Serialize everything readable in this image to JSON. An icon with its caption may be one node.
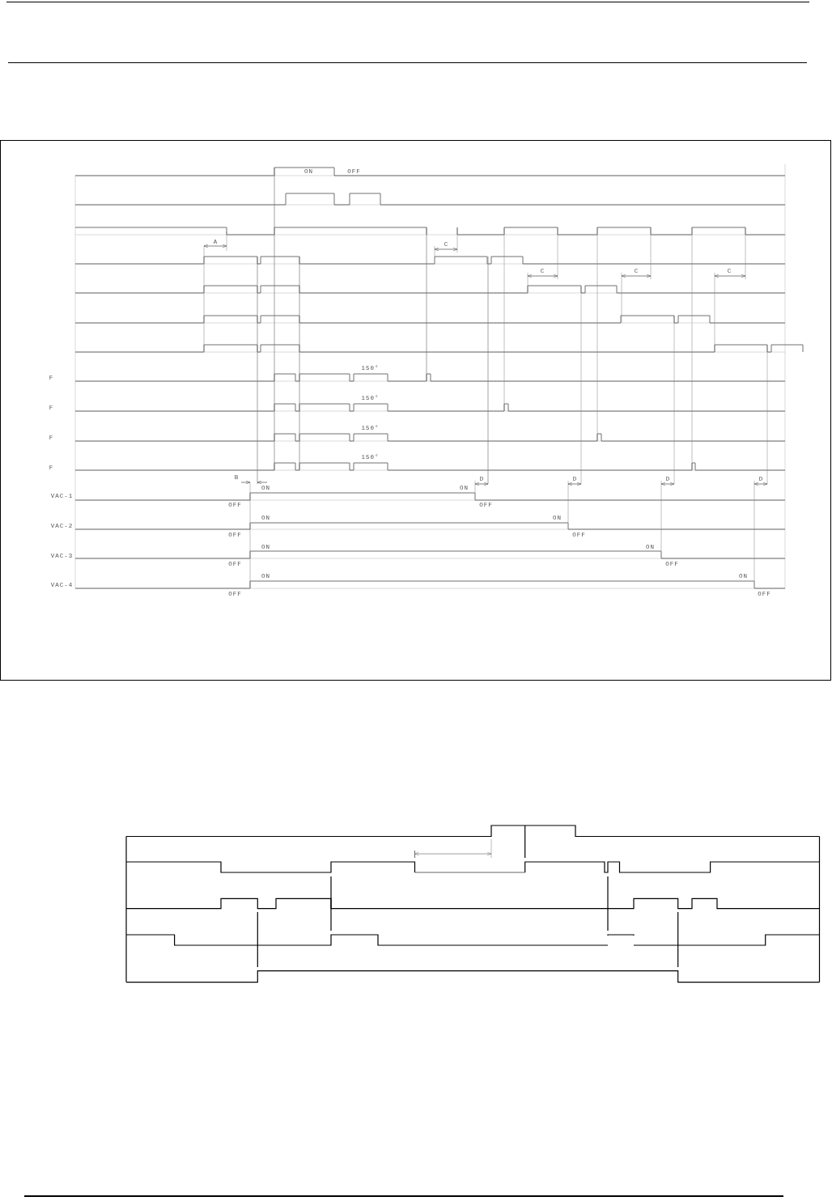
{
  "diagram": {
    "labels": [
      "ON",
      "OFF",
      "A",
      "C",
      "C",
      "C",
      "C",
      "F",
      "150°",
      "F",
      "150°",
      "F",
      "150°",
      "F",
      "150°",
      "B",
      "D",
      "D",
      "D",
      "D",
      "ON",
      "ON",
      "VAC-1",
      "OFF",
      "OFF",
      "ON",
      "ON",
      "VAC-2",
      "OFF",
      "OFF",
      "ON",
      "ON",
      "VAC-3",
      "OFF",
      "OFF",
      "ON",
      "ON",
      "VAC-4",
      "OFF",
      "OFF"
    ]
  }
}
